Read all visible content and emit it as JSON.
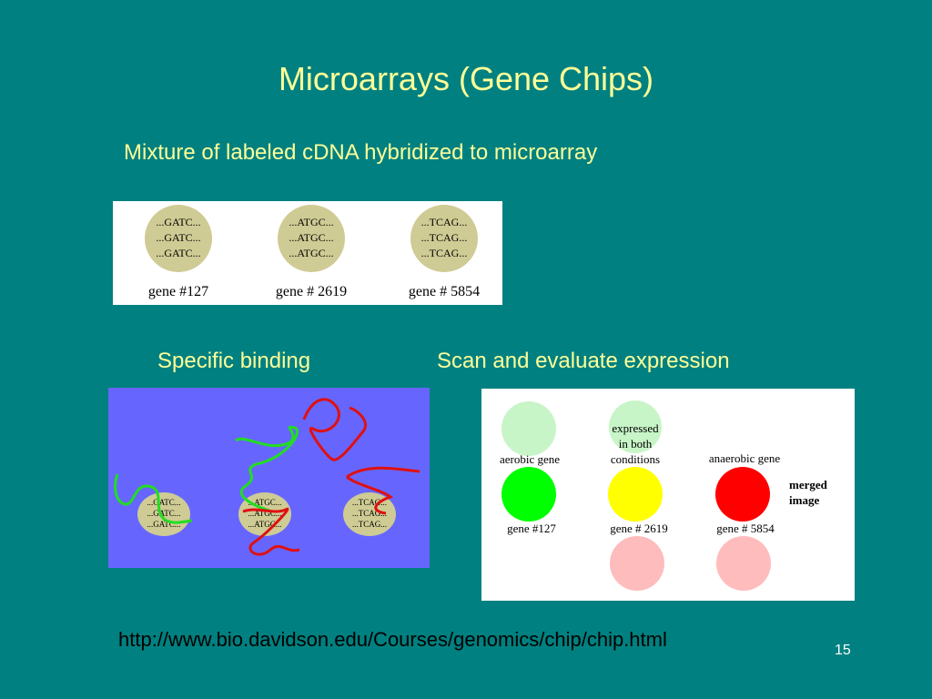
{
  "slide": {
    "title": "Microarrays (Gene Chips)",
    "subtitle": "Mixture of labeled cDNA hybridized to microarray",
    "label_binding": "Specific binding",
    "label_scan": "Scan and evaluate expression",
    "url": "http://www.bio.davidson.edu/Courses/genomics/chip/chip.html",
    "page_number": "15"
  },
  "colors": {
    "background": "#008080",
    "title_text": "#ffff99",
    "spot_khaki": "#cfcb94",
    "binding_bg": "#6666ff",
    "green_probe": "#22dd22",
    "red_probe": "#e01010",
    "aerobic_light": "#c8f5c8",
    "expressed_green": "#00ff00",
    "expressed_yellow": "#ffff00",
    "expressed_red": "#ff0000",
    "anaerobic_light": "#ffbcbc"
  },
  "microarray": {
    "spots": [
      {
        "seq": [
          "...GATC...",
          "...GATC...",
          "...GATC..."
        ],
        "gene": "gene #127"
      },
      {
        "seq": [
          "...ATGC...",
          "...ATGC...",
          "...ATGC..."
        ],
        "gene": "gene # 2619"
      },
      {
        "seq": [
          "...TCAG...",
          "...TCAG...",
          "...TCAG..."
        ],
        "gene": "gene # 5854"
      }
    ]
  },
  "binding": {
    "spots": [
      {
        "seq": [
          "...GATC...",
          "...GATC...",
          "...GATC..."
        ]
      },
      {
        "seq": [
          "...ATGC...",
          "...ATGC...",
          "...ATGC..."
        ]
      },
      {
        "seq": [
          "...TCAG...",
          "...TCAG...",
          "...TCAG..."
        ]
      }
    ]
  },
  "scan": {
    "aerobic_label": "aerobic gene",
    "expressed_both": [
      "expressed",
      "in both",
      "conditions"
    ],
    "anaerobic_label": "anaerobic gene",
    "merged": [
      "merged",
      "image"
    ],
    "genes": [
      "gene #127",
      "gene # 2619",
      "gene # 5854"
    ]
  }
}
